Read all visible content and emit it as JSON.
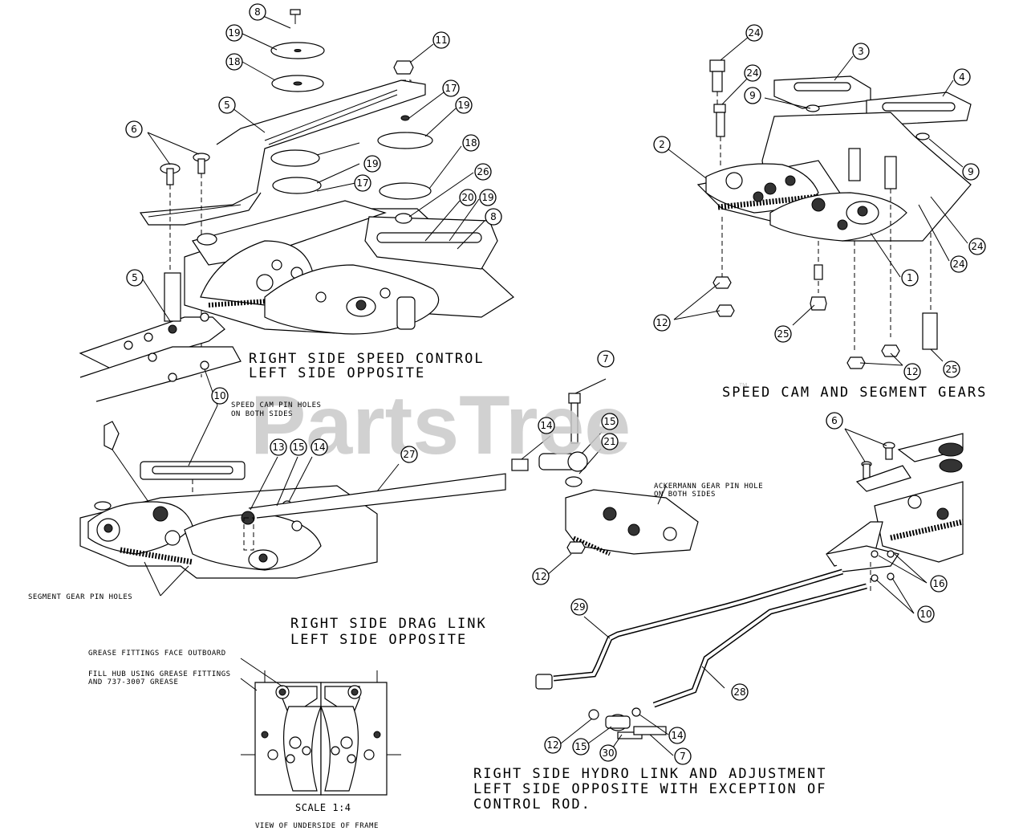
{
  "watermark": {
    "text": "PartsTree",
    "tm": "™"
  },
  "sections": {
    "speed_control": [
      "RIGHT SIDE SPEED CONTROL",
      "LEFT SIDE OPPOSITE"
    ],
    "cam_gears": [
      "SPEED CAM AND SEGMENT GEARS"
    ],
    "drag_link": [
      "RIGHT SIDE DRAG LINK",
      "LEFT SIDE OPPOSITE"
    ],
    "hydro_link": [
      "RIGHT SIDE HYDRO LINK AND ADJUSTMENT",
      "LEFT SIDE OPPOSITE WITH EXCEPTION OF",
      "CONTROL ROD."
    ]
  },
  "notes": {
    "speed_cam_pin_holes": [
      "SPEED CAM PIN HOLES",
      "ON BOTH SIDES"
    ],
    "ackermann_pin_hole": [
      "ACKERMANN GEAR PIN HOLE",
      "ON BOTH SIDES"
    ],
    "segment_gear_pin_holes": "SEGMENT GEAR PIN HOLES",
    "grease_fittings": "GREASE FITTINGS FACE OUTBOARD",
    "fill_hub": [
      "FILL HUB USING GREASE FITTINGS",
      "AND 737-3007 GREASE"
    ],
    "scale": "SCALE 1:4",
    "underside": "VIEW OF UNDERSIDE OF FRAME"
  },
  "callouts": [
    "8",
    "19",
    "11",
    "18",
    "5",
    "17",
    "19",
    "6",
    "18",
    "19",
    "17",
    "26",
    "20",
    "19",
    "8",
    "5",
    "10",
    "24",
    "3",
    "24",
    "4",
    "9",
    "2",
    "9",
    "24",
    "24",
    "1",
    "12",
    "25",
    "12",
    "25",
    "7",
    "14",
    "15",
    "21",
    "27",
    "13",
    "15",
    "14",
    "12",
    "6",
    "16",
    "10",
    "29",
    "28",
    "12",
    "15",
    "30",
    "14",
    "7"
  ]
}
